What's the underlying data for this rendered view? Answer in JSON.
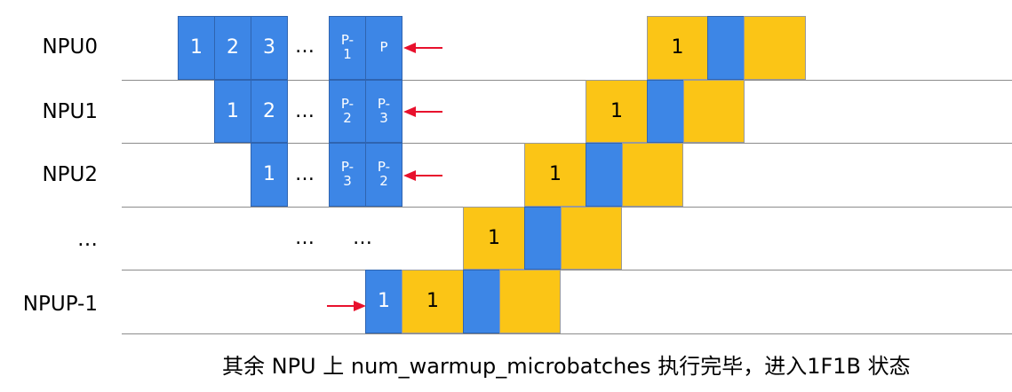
{
  "rows": [
    {
      "label": "NPU0"
    },
    {
      "label": "NPU1"
    },
    {
      "label": "NPU2"
    },
    {
      "label": "…"
    },
    {
      "label": "NPUP-1"
    }
  ],
  "cells": {
    "r0_1": "1",
    "r0_2": "2",
    "r0_3": "3",
    "r0_p1": "P-\n1",
    "r0_p": "P",
    "r0_y1": "1",
    "r1_1": "1",
    "r1_2": "2",
    "r1_p2": "P-\n2",
    "r1_p3": "P-\n3",
    "r1_y1": "1",
    "r2_1": "1",
    "r2_p3": "P-\n3",
    "r2_p2": "P-\n2",
    "r2_y1": "1",
    "r3_y1": "1",
    "r4_b1": "1",
    "r4_y1": "1"
  },
  "ellipsis": "…",
  "caption": "其余 NPU 上 num_warmup_microbatches 执行完毕，进入1F1B 状态",
  "colors": {
    "forward": "#3d86e6",
    "backward": "#fbc516",
    "arrow": "#e8112d"
  },
  "icons": [
    "right-arrow-icon",
    "left-arrow-icon"
  ]
}
